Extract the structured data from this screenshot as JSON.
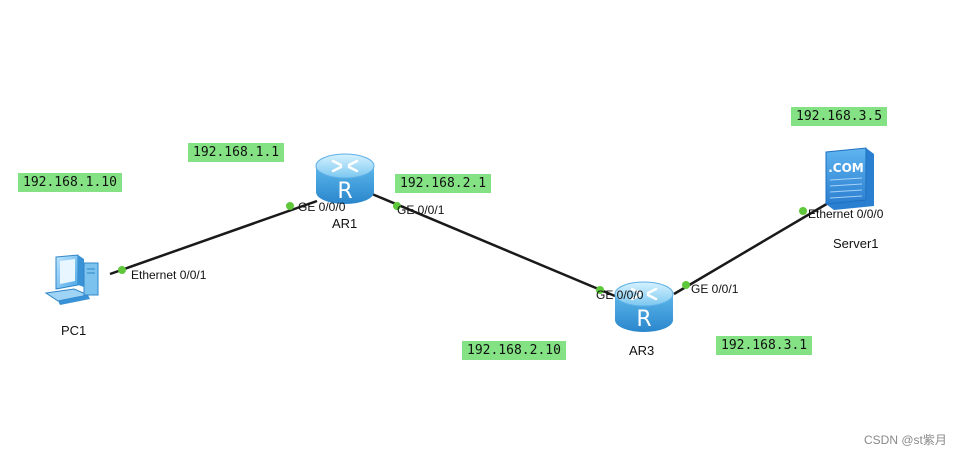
{
  "devices": {
    "pc1": {
      "name": "PC1",
      "ip": "192.168.1.10",
      "port": "Ethernet 0/0/1"
    },
    "ar1": {
      "name": "AR1",
      "ip": "192.168.1.1",
      "port_left": "GE 0/0/0",
      "port_right": "GE 0/0/1",
      "ip_right": "192.168.2.1"
    },
    "ar3": {
      "name": "AR3",
      "ip_left": "192.168.2.10",
      "port_left": "GE 0/0/0",
      "port_right": "GE 0/0/1",
      "ip_right": "192.168.3.1"
    },
    "server1": {
      "name": "Server1",
      "ip": "192.168.3.5",
      "port": "Ethernet 0/0/0",
      "screen_text": ".COM"
    }
  },
  "colors": {
    "ip_label_bg": "#84e284",
    "link": "#1a1a1a",
    "port_dot": "#5ec83a",
    "router_body": "#3aa0e0"
  },
  "watermark": "CSDN @st紫月"
}
